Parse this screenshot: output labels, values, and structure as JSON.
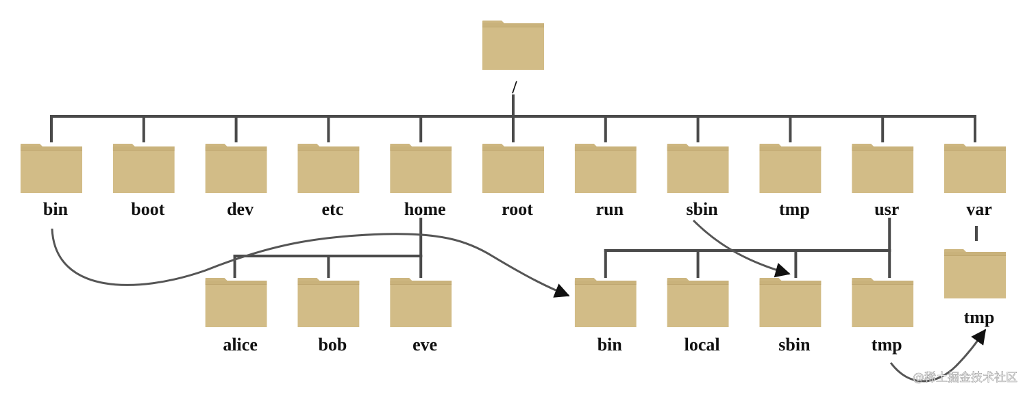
{
  "diagram": {
    "colors": {
      "folder_fill": "#d2bc87",
      "folder_tab": "#cdb680",
      "folder_edge": "#bfa770",
      "line": "#4a4a4a",
      "arrow": "#555555",
      "text": "#111111"
    },
    "icon": "folder-icon",
    "root": {
      "label": "/"
    },
    "top_level": [
      {
        "label": "bin"
      },
      {
        "label": "boot"
      },
      {
        "label": "dev"
      },
      {
        "label": "etc"
      },
      {
        "label": "home"
      },
      {
        "label": "root"
      },
      {
        "label": "run"
      },
      {
        "label": "sbin"
      },
      {
        "label": "tmp"
      },
      {
        "label": "usr"
      },
      {
        "label": "var"
      }
    ],
    "home_children": [
      {
        "label": "alice"
      },
      {
        "label": "bob"
      },
      {
        "label": "eve"
      }
    ],
    "usr_children": [
      {
        "label": "bin"
      },
      {
        "label": "local"
      },
      {
        "label": "sbin"
      },
      {
        "label": "tmp"
      }
    ],
    "var_children": [
      {
        "label": "tmp"
      }
    ],
    "links": [
      {
        "from": "/bin",
        "to": "/usr/bin"
      },
      {
        "from": "/sbin",
        "to": "/usr/sbin"
      },
      {
        "from": "/usr/tmp",
        "to": "/var/tmp"
      }
    ],
    "watermark": "@稀土掘金技术社区"
  }
}
